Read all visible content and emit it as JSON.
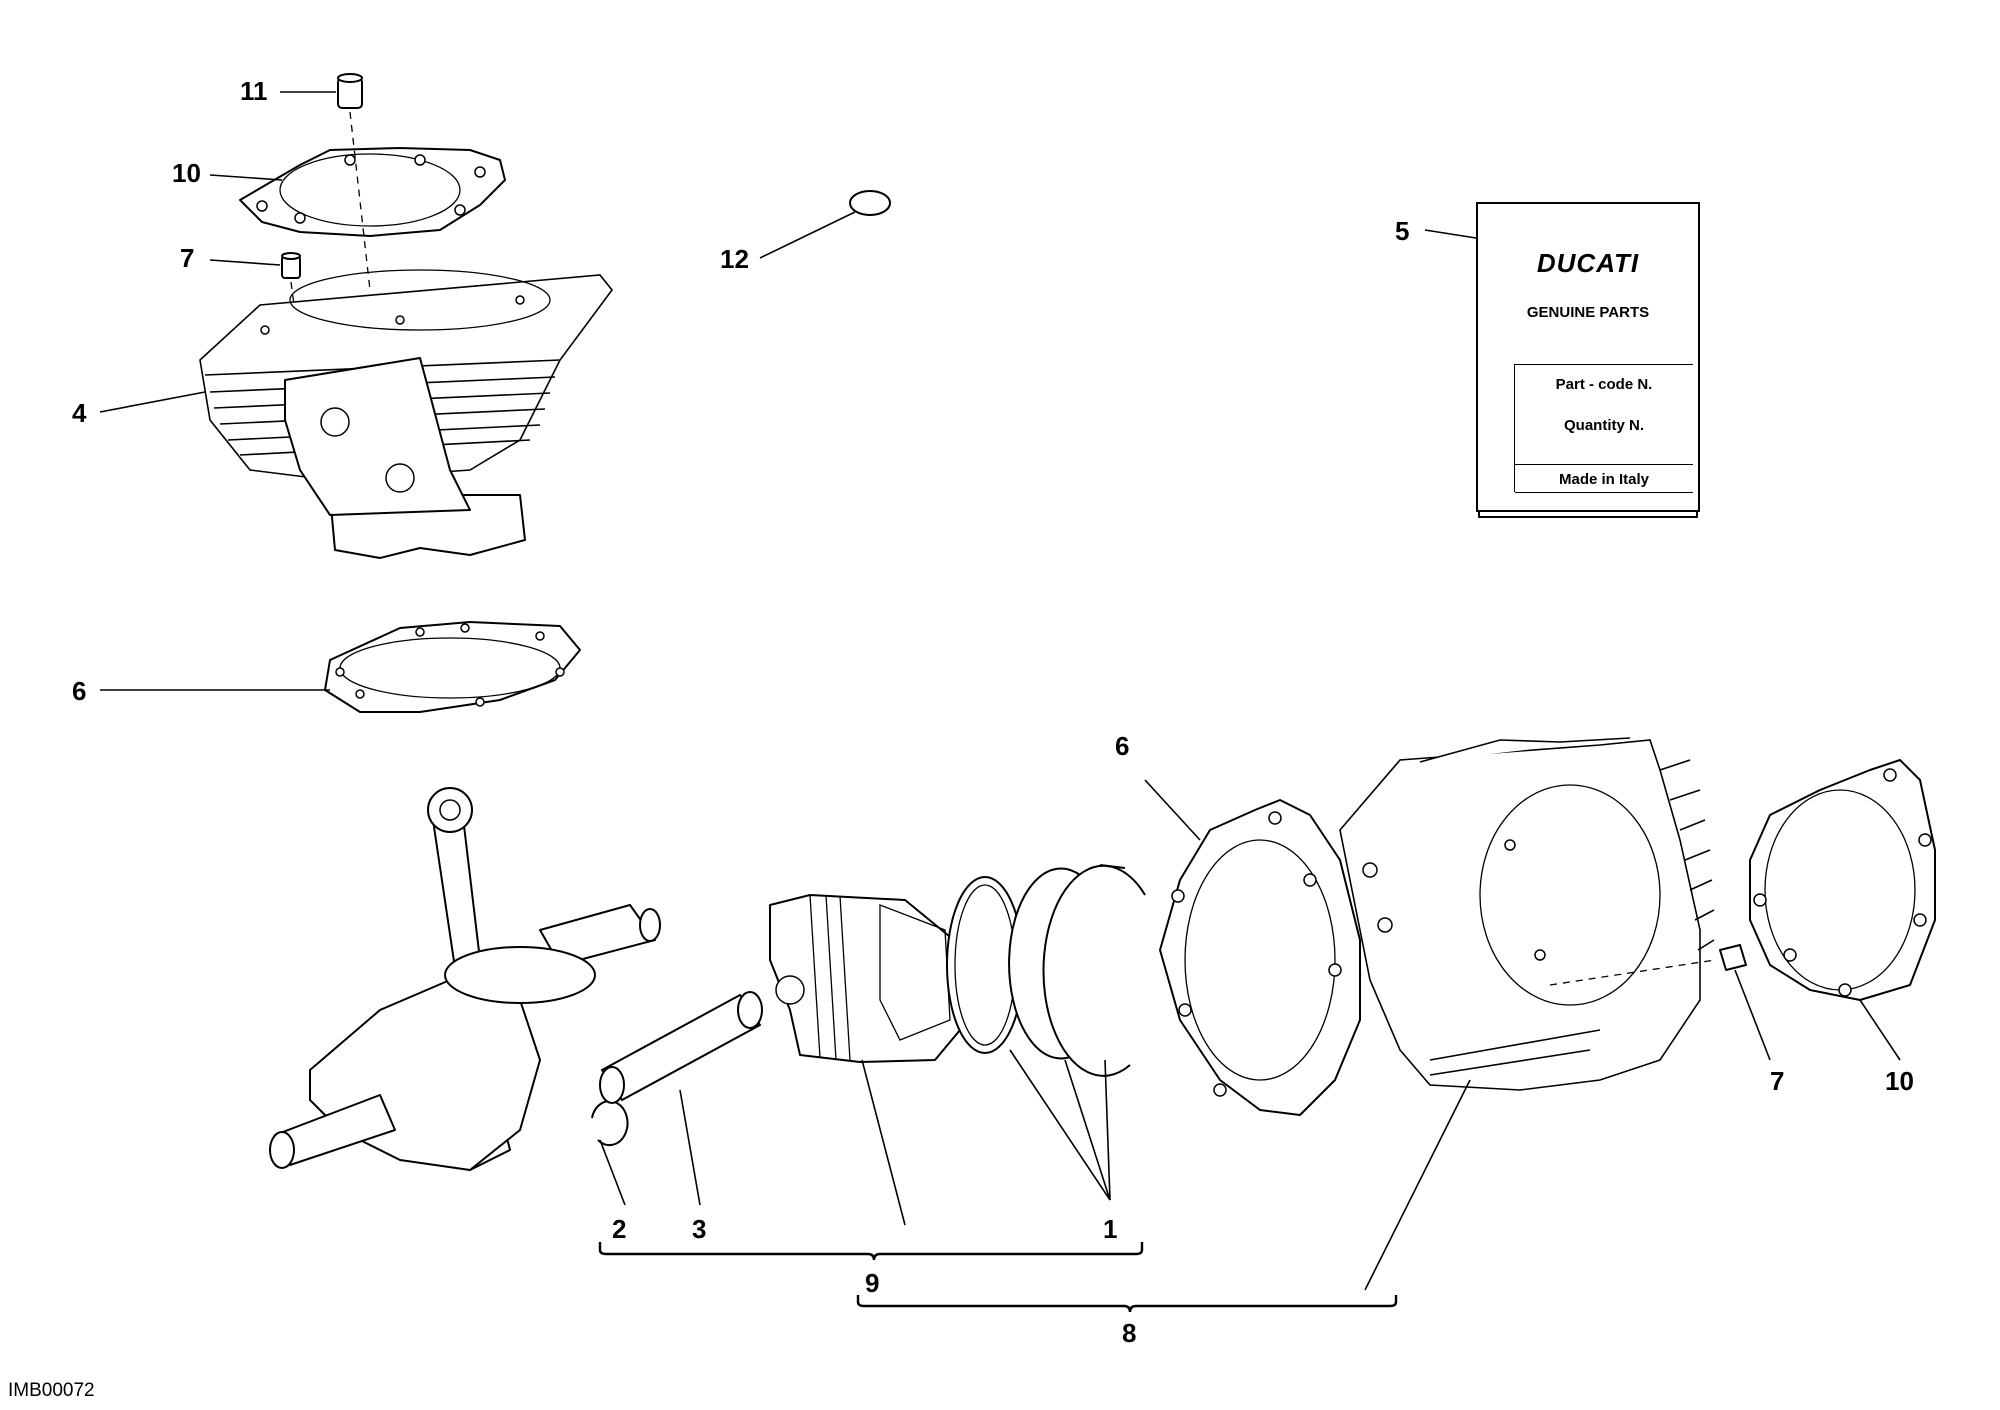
{
  "callouts": {
    "c1": "1",
    "c2": "2",
    "c3": "3",
    "c4": "4",
    "c5": "5",
    "c6a": "6",
    "c6b": "6",
    "c7a": "7",
    "c7b": "7",
    "c8": "8",
    "c9": "9",
    "c10a": "10",
    "c10b": "10",
    "c11": "11",
    "c12": "12"
  },
  "label_tag": {
    "brand": "DUCATI",
    "subtitle": "GENUINE PARTS",
    "part_code": "Part - code N.",
    "quantity": "Quantity N.",
    "origin": "Made in Italy"
  },
  "drawing_code": "IMB00072"
}
